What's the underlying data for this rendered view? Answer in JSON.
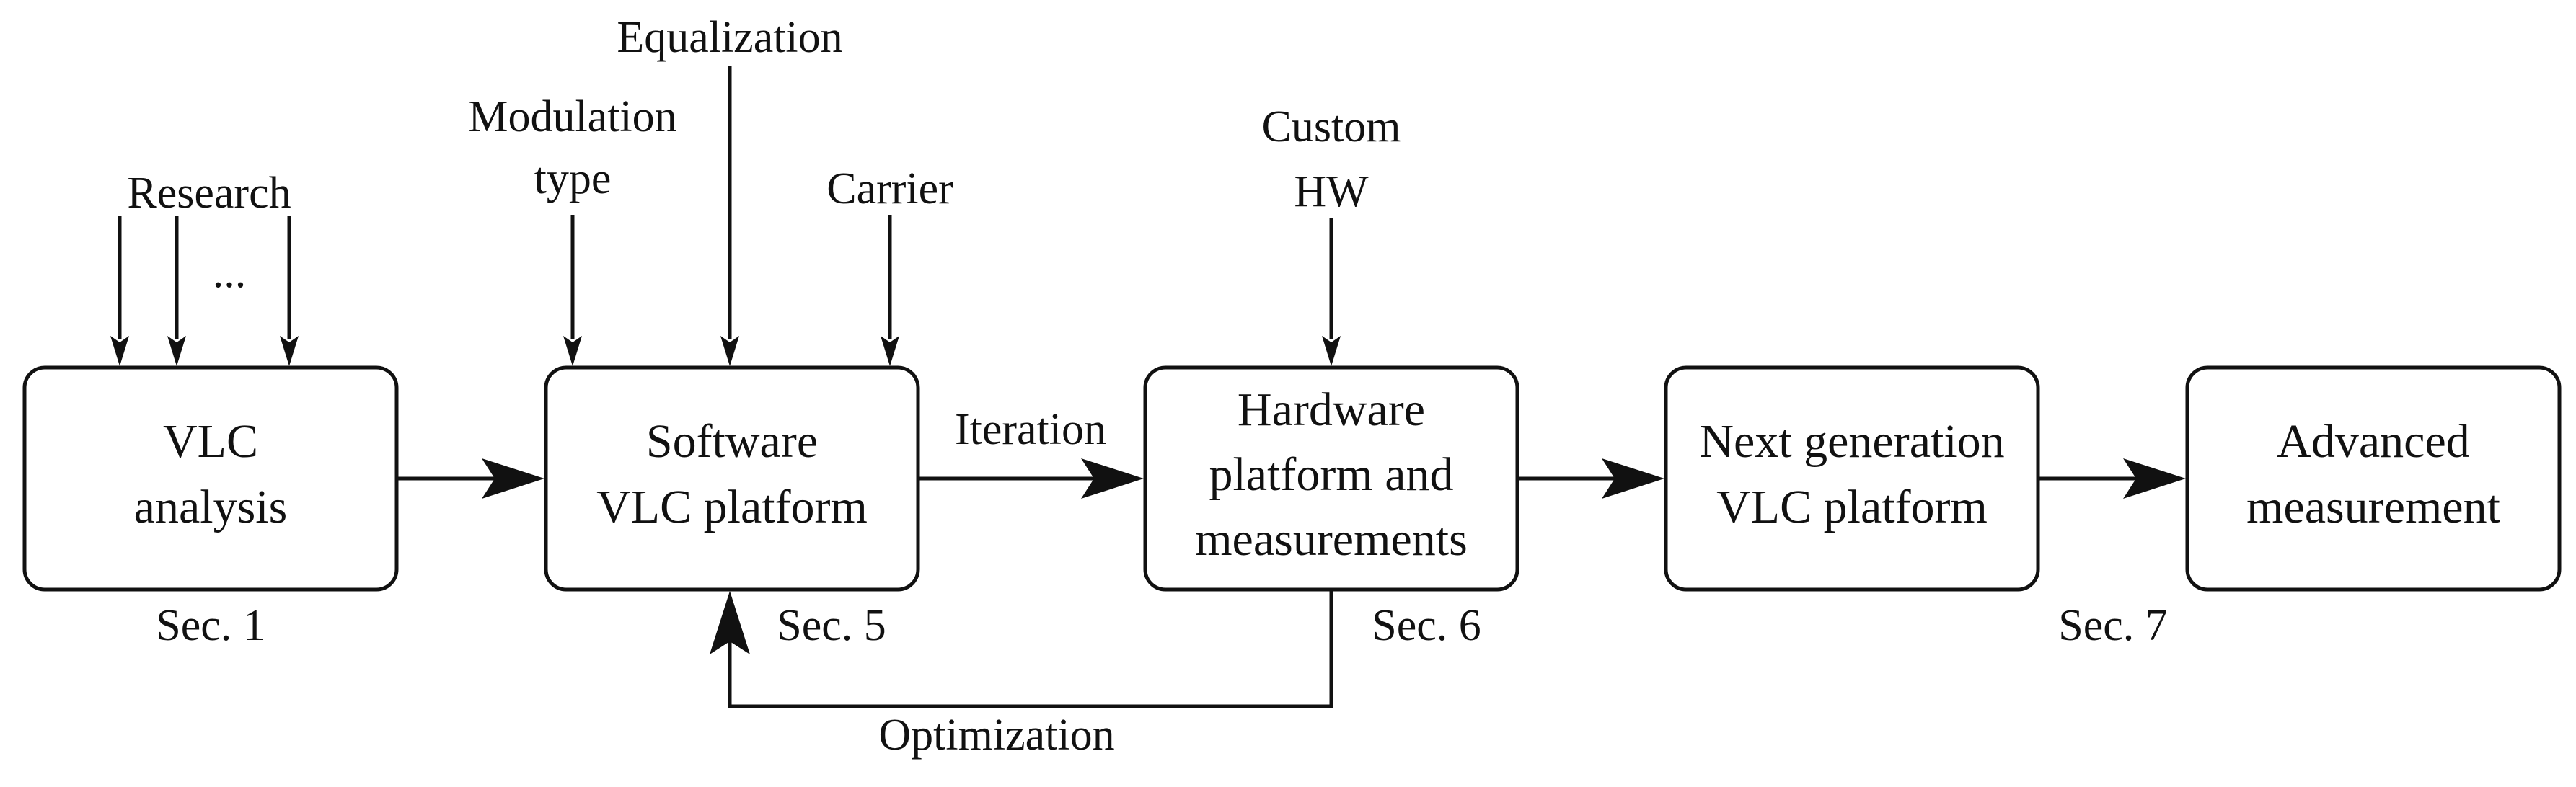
{
  "inputs": {
    "vlc_analysis": {
      "research": "Research",
      "ellipsis": "..."
    },
    "software_platform": {
      "modulation_line1": "Modulation",
      "modulation_line2": "type",
      "equalization": "Equalization",
      "carrier": "Carrier"
    },
    "hardware_platform": {
      "custom_line1": "Custom",
      "custom_line2": "HW"
    }
  },
  "boxes": {
    "vlc_analysis": {
      "line1": "VLC",
      "line2": "analysis",
      "section": "Sec. 1"
    },
    "software_platform": {
      "line1": "Software",
      "line2": "VLC platform",
      "section": "Sec. 5"
    },
    "hardware_platform": {
      "line1": "Hardware",
      "line2": "platform and",
      "line3": "measurements",
      "section": "Sec. 6"
    },
    "next_generation": {
      "line1": "Next generation",
      "line2": "VLC platform",
      "section": "Sec. 7"
    },
    "advanced_measurement": {
      "line1": "Advanced",
      "line2": "measurement"
    }
  },
  "edges": {
    "iteration": "Iteration",
    "optimization": "Optimization"
  }
}
